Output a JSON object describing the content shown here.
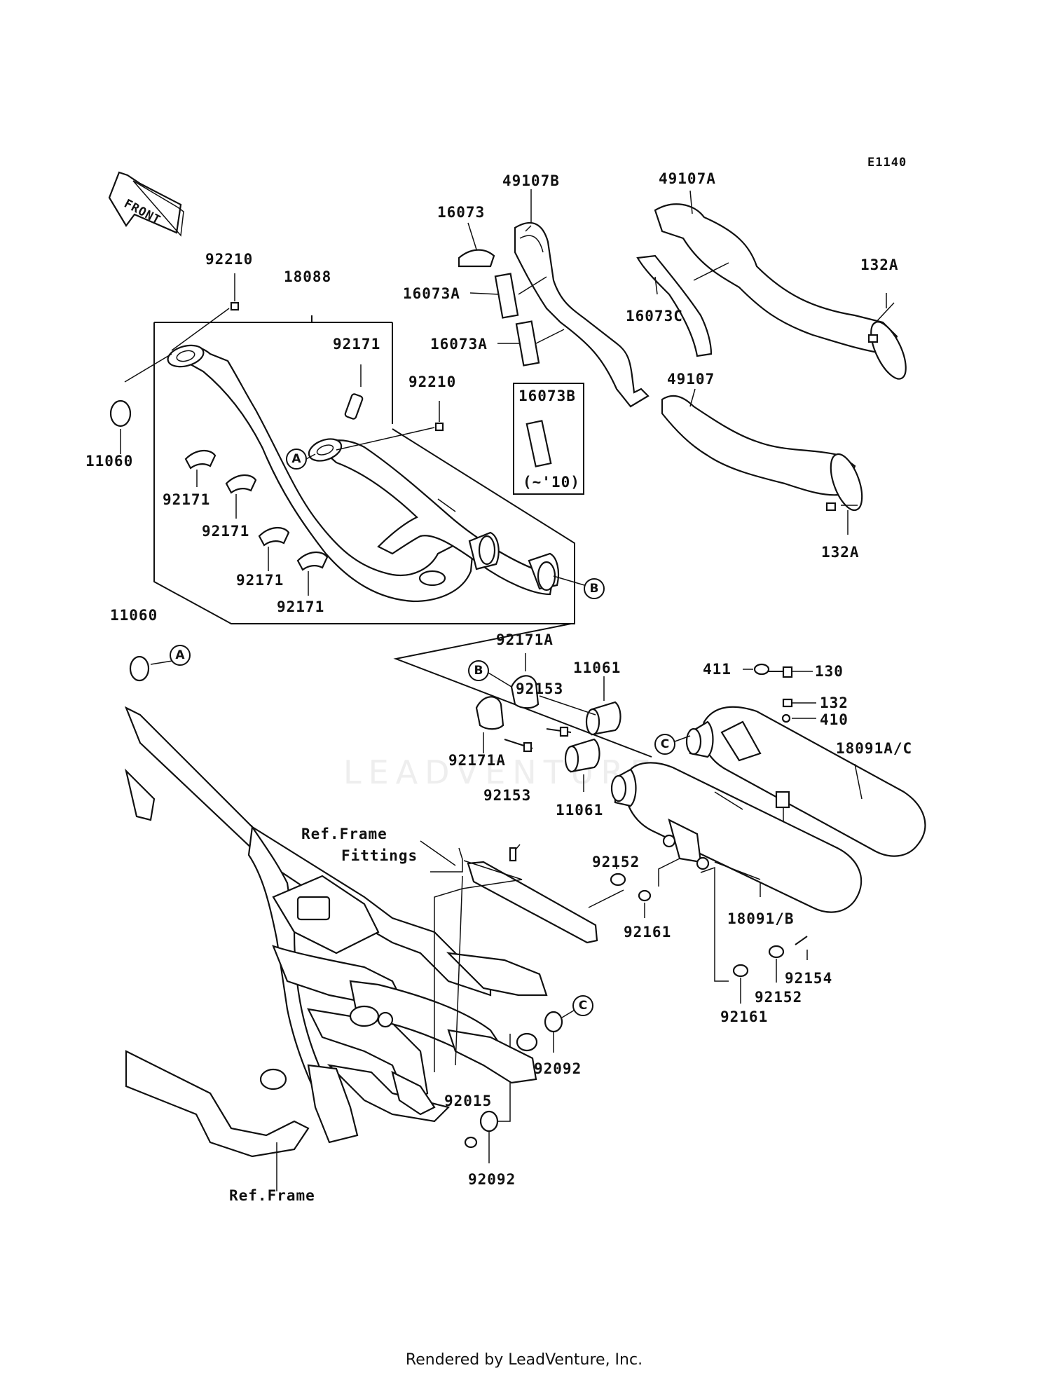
{
  "diagram_code": "E1140",
  "front_label": "FRONT",
  "watermark": "LEADVENTURE",
  "footer": "Rendered by LeadVenture, Inc.",
  "labels": {
    "p49107B": "49107B",
    "p49107A": "49107A",
    "p49107": "49107",
    "p16073": "16073",
    "p16073A_1": "16073A",
    "p16073A_2": "16073A",
    "p16073B": "16073B",
    "p16073B_note": "(~'10)",
    "p16073C": "16073C",
    "p132A_1": "132A",
    "p132A_2": "132A",
    "p92210_1": "92210",
    "p92210_2": "92210",
    "p18088": "18088",
    "p92171_1": "92171",
    "p92171_2": "92171",
    "p92171_3": "92171",
    "p92171_4": "92171",
    "p92171_5": "92171",
    "p11060_1": "11060",
    "p11060_2": "11060",
    "p92171A_1": "92171A",
    "p92171A_2": "92171A",
    "p92153_1": "92153",
    "p92153_2": "92153",
    "p11061_1": "11061",
    "p11061_2": "11061",
    "p411": "411",
    "p130": "130",
    "p132": "132",
    "p410": "410",
    "p18091AC": "18091A/C",
    "p18091B": "18091/B",
    "p92152_1": "92152",
    "p92152_2": "92152",
    "p92161_1": "92161",
    "p92161_2": "92161",
    "p92154": "92154",
    "p92092_1": "92092",
    "p92092_2": "92092",
    "p92015": "92015",
    "ref_frame_fittings_1": "Ref.Frame",
    "ref_frame_fittings_2": "Fittings",
    "ref_frame": "Ref.Frame"
  },
  "callouts": {
    "a1": "A",
    "a2": "A",
    "b1": "B",
    "b2": "B",
    "c1": "C",
    "c2": "C"
  }
}
